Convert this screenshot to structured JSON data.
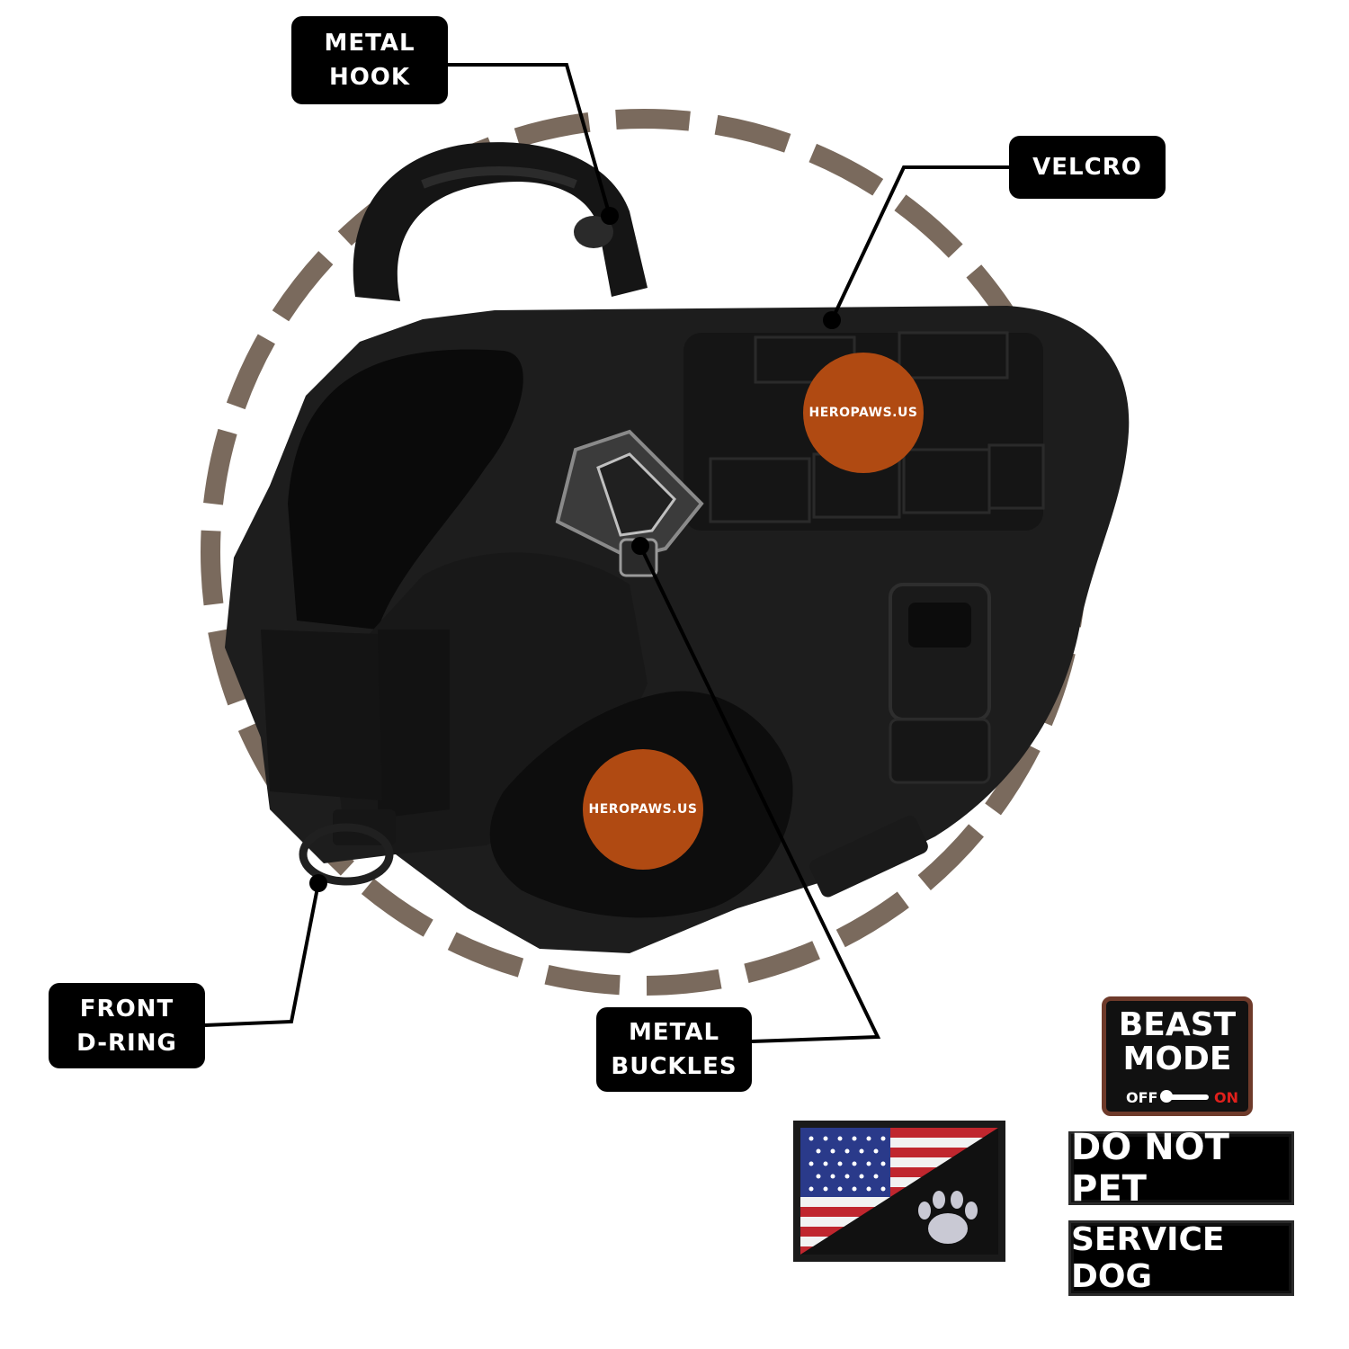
{
  "callouts": {
    "metal_hook": {
      "line1": "METAL",
      "line2": "HOOK"
    },
    "velcro": {
      "line1": "VELCRO"
    },
    "front_d_ring": {
      "line1": "FRONT",
      "line2": "D-RING"
    },
    "metal_buckles": {
      "line1": "METAL",
      "line2": "BUCKLES"
    }
  },
  "watermarks": {
    "upper": "HEROPAWS.US",
    "lower": "HEROPAWS.US"
  },
  "patches": {
    "beast_mode": {
      "line1": "BEAST",
      "line2": "MODE",
      "off": "OFF",
      "on": "ON"
    },
    "do_not_pet": "DO NOT PET",
    "service_dog": "SERVICE DOG",
    "flag_patch": "american-flag-paw-patch"
  },
  "colors": {
    "dashed_ring": "#7a6a5d",
    "watermark": "#b04a12",
    "harness": "#1c1c1c",
    "callout_bg": "#000000",
    "beast_mode_on": "#e0201c"
  }
}
